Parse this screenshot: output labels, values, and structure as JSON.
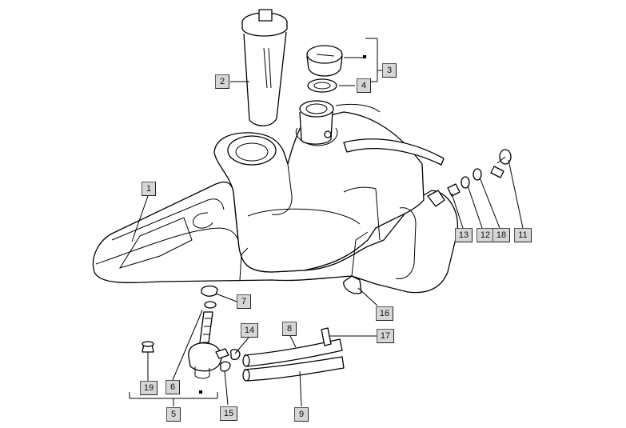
{
  "callouts": [
    {
      "id": "1",
      "label": "1"
    },
    {
      "id": "2",
      "label": "2"
    },
    {
      "id": "3",
      "label": "3"
    },
    {
      "id": "4",
      "label": "4"
    },
    {
      "id": "5",
      "label": "5"
    },
    {
      "id": "6",
      "label": "6"
    },
    {
      "id": "7",
      "label": "7"
    },
    {
      "id": "8",
      "label": "8"
    },
    {
      "id": "9",
      "label": "9"
    },
    {
      "id": "11",
      "label": "11"
    },
    {
      "id": "12",
      "label": "12"
    },
    {
      "id": "13",
      "label": "13"
    },
    {
      "id": "14",
      "label": "14"
    },
    {
      "id": "15",
      "label": "15"
    },
    {
      "id": "16",
      "label": "16"
    },
    {
      "id": "17",
      "label": "17"
    },
    {
      "id": "18",
      "label": "18"
    },
    {
      "id": "19",
      "label": "19"
    }
  ]
}
